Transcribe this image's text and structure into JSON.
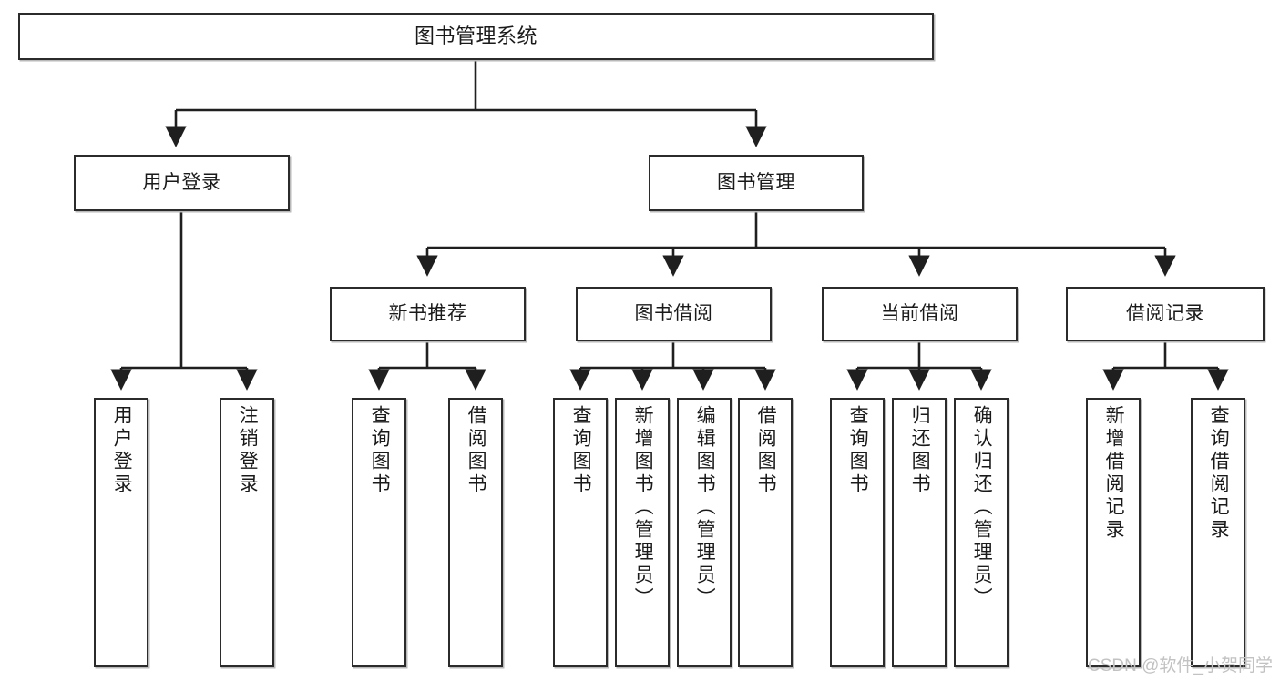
{
  "diagram": {
    "title": "图书管理系统",
    "watermark": "CSDN @软件_小贺同学",
    "colors": {
      "box_border": "#2b2b2b",
      "box_fill": "#ffffff",
      "connector": "#1f1f1f",
      "shadow": "#b9b9b9",
      "watermark": "#c2c2c2",
      "background": "#ffffff"
    },
    "nodes": {
      "root": {
        "label": "图书管理系统"
      },
      "level2": [
        {
          "id": "user-login",
          "label": "用户登录"
        },
        {
          "id": "book-manage",
          "label": "图书管理"
        }
      ],
      "level3": [
        {
          "id": "new-book-rec",
          "label": "新书推荐"
        },
        {
          "id": "book-borrow",
          "label": "图书借阅"
        },
        {
          "id": "current-borrow",
          "label": "当前借阅"
        },
        {
          "id": "borrow-record",
          "label": "借阅记录"
        }
      ],
      "leaves": [
        {
          "id": "leaf-user-login",
          "label": "用户登录",
          "parent": "user-login"
        },
        {
          "id": "leaf-user-logout",
          "label": "注销登录",
          "parent": "user-login"
        },
        {
          "id": "leaf-query-book-1",
          "label": "查询图书",
          "parent": "new-book-rec"
        },
        {
          "id": "leaf-borrow-book-1",
          "label": "借阅图书",
          "parent": "new-book-rec"
        },
        {
          "id": "leaf-query-book-2",
          "label": "查询图书",
          "parent": "book-borrow"
        },
        {
          "id": "leaf-add-book",
          "label": "新增图书（管理员）",
          "parent": "book-borrow"
        },
        {
          "id": "leaf-edit-book",
          "label": "编辑图书（管理员）",
          "parent": "book-borrow"
        },
        {
          "id": "leaf-borrow-book-2",
          "label": "借阅图书",
          "parent": "book-borrow"
        },
        {
          "id": "leaf-query-book-3",
          "label": "查询图书",
          "parent": "current-borrow"
        },
        {
          "id": "leaf-return-book",
          "label": "归还图书",
          "parent": "current-borrow"
        },
        {
          "id": "leaf-confirm-return",
          "label": "确认归还（管理员）",
          "parent": "current-borrow"
        },
        {
          "id": "leaf-add-record",
          "label": "新增借阅记录",
          "parent": "borrow-record"
        },
        {
          "id": "leaf-query-record",
          "label": "查询借阅记录",
          "parent": "borrow-record"
        }
      ]
    }
  }
}
